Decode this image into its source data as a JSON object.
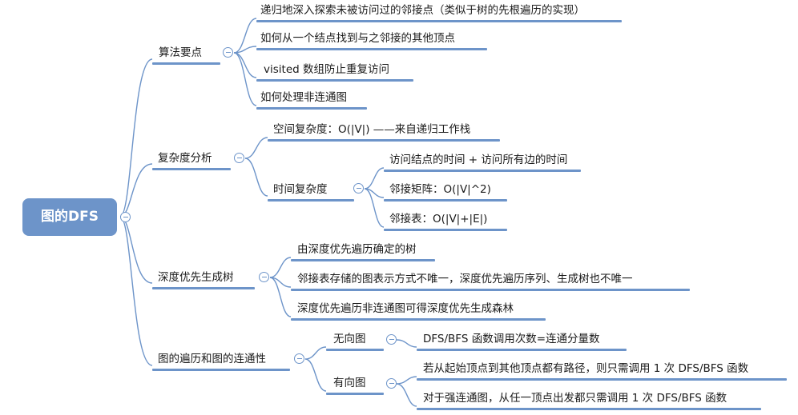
{
  "root": {
    "label": "图的DFS"
  },
  "branches": {
    "algorithm": {
      "label": "算法要点",
      "items": [
        "递归地深入探索未被访问过的邻接点（类似于树的先根遍历的实现）",
        "如何从一个结点找到与之邻接的其他顶点",
        "visited 数组防止重复访问",
        "如何处理非连通图"
      ]
    },
    "complexity": {
      "label": "复杂度分析",
      "space": "空间复杂度：O(|V|) ——来自递归工作栈",
      "time": {
        "label": "时间复杂度",
        "items": [
          "访问结点的时间 + 访问所有边的时间",
          "邻接矩阵：O(|V|^2)",
          "邻接表：O(|V|+|E|)"
        ]
      }
    },
    "tree": {
      "label": "深度优先生成树",
      "items": [
        "由深度优先遍历确定的树",
        "邻接表存储的图表示方式不唯一，深度优先遍历序列、生成树也不唯一",
        "深度优先遍历非连通图可得深度优先生成森林"
      ]
    },
    "connectivity": {
      "label": "图的遍历和图的连通性",
      "undirected": {
        "label": "无向图",
        "items": [
          "DFS/BFS 函数调用次数=连通分量数"
        ]
      },
      "directed": {
        "label": "有向图",
        "items": [
          "若从起始顶点到其他顶点都有路径，则只需调用 1 次 DFS/BFS 函数",
          "对于强连通图，从任一顶点出发都只需调用 1 次 DFS/BFS 函数"
        ]
      }
    }
  }
}
